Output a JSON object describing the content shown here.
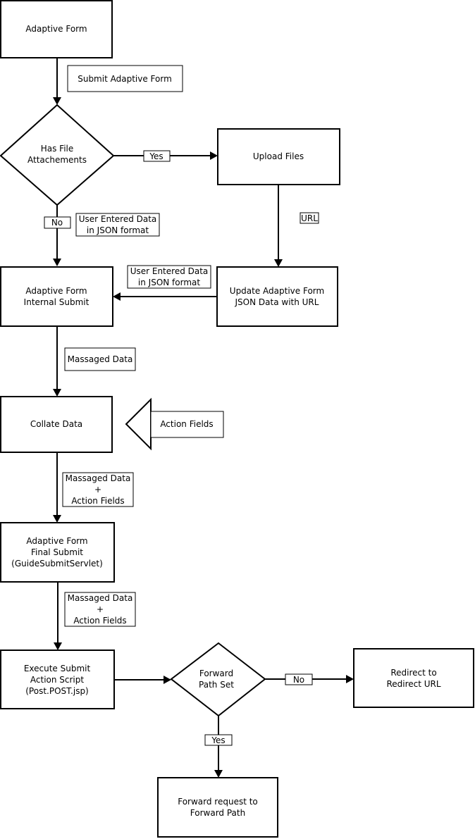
{
  "nodes": {
    "adaptive_form": [
      "Adaptive Form"
    ],
    "has_file_attachments": [
      "Has File",
      "Attachements"
    ],
    "upload_files": [
      "Upload Files"
    ],
    "internal_submit": [
      "Adaptive Form",
      "Internal Submit"
    ],
    "update_json": [
      "Update Adaptive Form",
      "JSON Data with URL"
    ],
    "collate_data": [
      "Collate Data"
    ],
    "final_submit": [
      "Adaptive Form",
      "Final Submit",
      "(GuideSubmitServlet)"
    ],
    "execute_script": [
      "Execute Submit",
      "Action Script",
      "(Post.POST.jsp)"
    ],
    "forward_path_set": [
      "Forward",
      "Path Set"
    ],
    "redirect": [
      "Redirect to",
      "Redirect URL"
    ],
    "forward_request": [
      "Forward request to",
      "Forward Path"
    ]
  },
  "labels": {
    "submit_adaptive_form": [
      "Submit Adaptive Form"
    ],
    "yes_upload": [
      "Yes"
    ],
    "no_attachments": [
      "No"
    ],
    "user_data_left": [
      "User Entered Data",
      "in JSON format"
    ],
    "url": [
      "URL"
    ],
    "user_data_right": [
      "User Entered Data",
      "in JSON format"
    ],
    "massaged_1": [
      "Massaged Data"
    ],
    "action_fields": [
      "Action Fields"
    ],
    "massaged_2": [
      "Massaged Data",
      "+",
      "Action Fields"
    ],
    "massaged_3": [
      "Massaged Data",
      "+",
      "Action Fields"
    ],
    "no_redirect": [
      "No"
    ],
    "yes_forward": [
      "Yes"
    ]
  }
}
